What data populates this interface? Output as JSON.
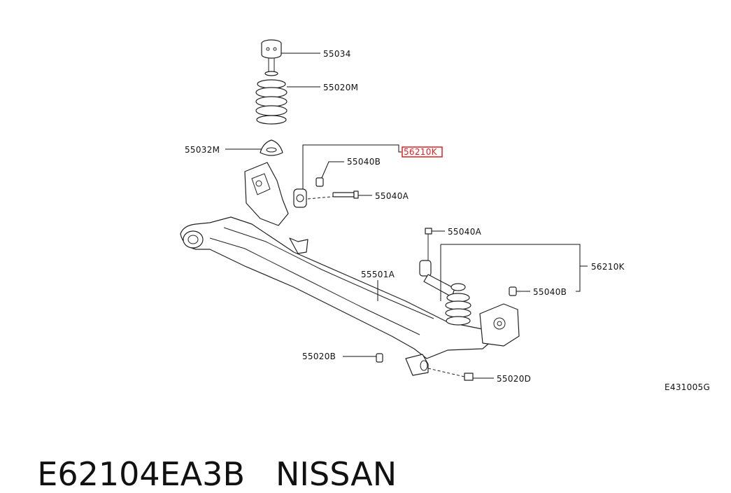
{
  "diagram": {
    "part_labels": {
      "bump_stopper": "55034",
      "coil_spring": "55020M",
      "spring_seat": "55032M",
      "bushing_b_left": "55040B",
      "shock_absorber_left": "56210K",
      "bolt_a_left": "55040A",
      "bolt_a_right": "55040A",
      "shock_absorber_right": "56210K",
      "bushing_b_right": "55040B",
      "axle_beam": "55501A",
      "nut_b": "55020B",
      "bolt_d": "55020D"
    },
    "diagram_code": "E431005G",
    "highlight_color": "#e02020"
  },
  "footer": {
    "part_number": "E62104EA3B",
    "brand": "NISSAN"
  }
}
